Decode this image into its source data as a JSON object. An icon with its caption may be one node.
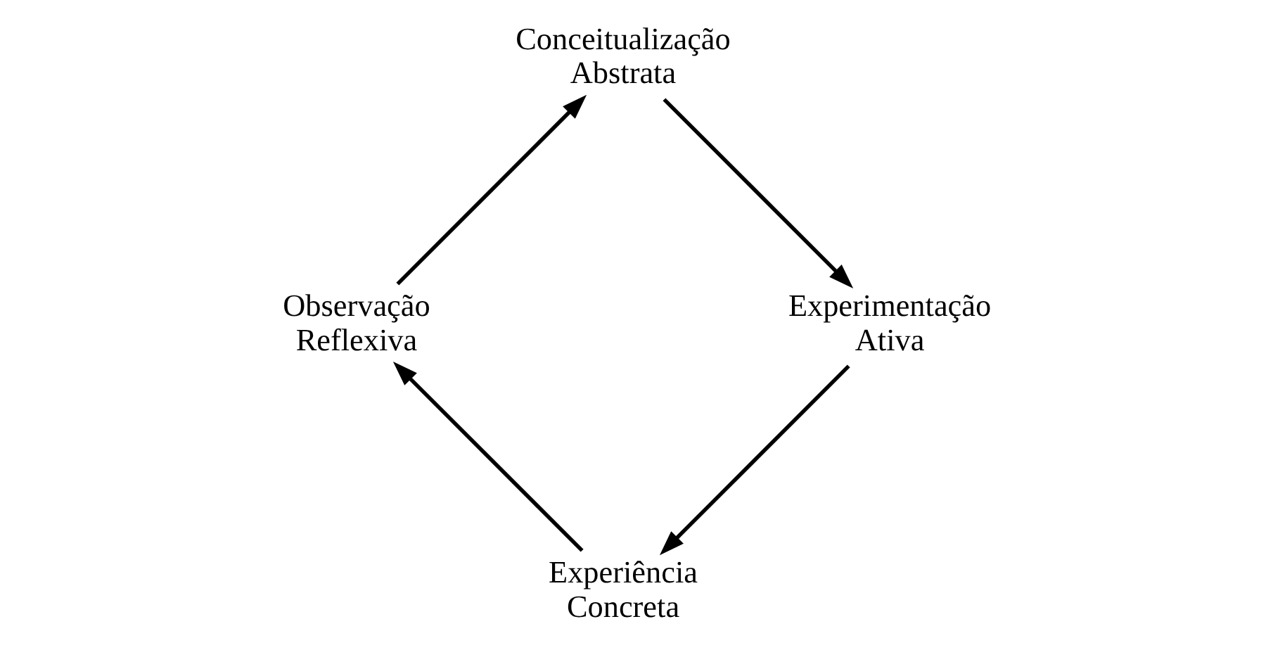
{
  "diagram": {
    "nodes": [
      {
        "text": [
          "Experiência Concreta"
        ]
      },
      {
        "text": [
          "Observação Reflexiva"
        ]
      },
      {
        "text": [
          "Conceitualização Abstrata"
        ]
      },
      {
        "text": [
          "Experimentação Ativa"
        ]
      }
    ],
    "edges": [
      {
        "from": 0,
        "to": 1,
        "arrow": "to"
      },
      {
        "from": 1,
        "to": 2,
        "arrow": "to"
      },
      {
        "from": 2,
        "to": 3,
        "arrow": "to"
      },
      {
        "from": 3,
        "to": 0,
        "arrow": "to"
      }
    ]
  }
}
